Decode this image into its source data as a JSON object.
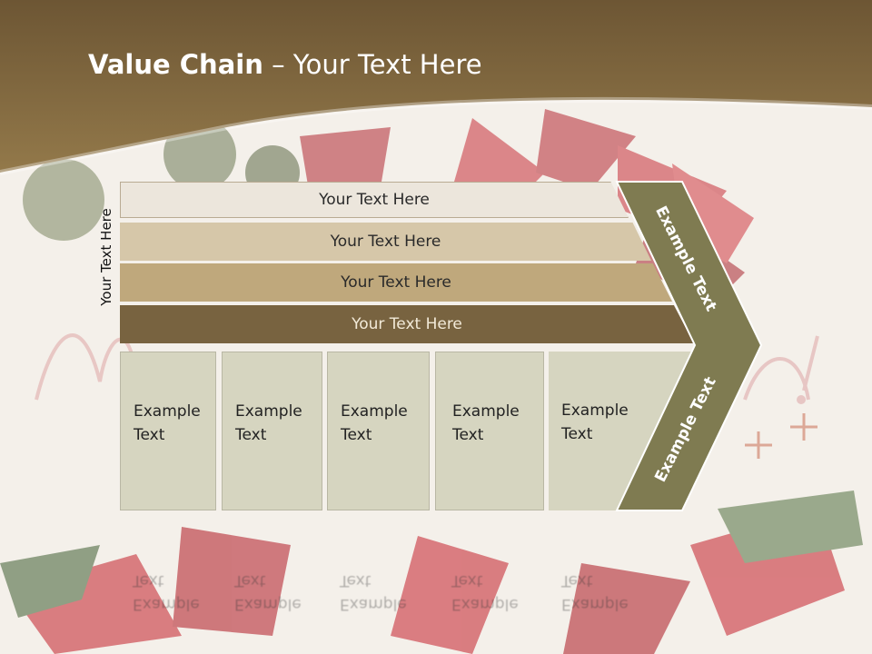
{
  "slide": {
    "title_bold": "Value Chain",
    "title_rest": " – Your Text Here",
    "vertical_label": "Your Text Here",
    "bars": [
      {
        "label": "Your Text Here",
        "color": "#ece6dc"
      },
      {
        "label": "Your Text Here",
        "color": "#d6c7a9"
      },
      {
        "label": "Your Text Here",
        "color": "#bfa87c"
      },
      {
        "label": "Your Text Here",
        "color": "#786340"
      }
    ],
    "boxes": [
      {
        "line1": "Example",
        "line2": "Text"
      },
      {
        "line1": "Example",
        "line2": "Text"
      },
      {
        "line1": "Example",
        "line2": "Text"
      },
      {
        "line1": "Example",
        "line2": "Text"
      },
      {
        "line1": "Example",
        "line2": "Text"
      }
    ],
    "chevron_top_text": "Example Text",
    "chevron_bottom_text": "Example Text",
    "colors": {
      "header_band": "#836b3d",
      "chevron": "#7f7b51",
      "box_fill": "#d6d5c0",
      "poinsettia_red": "#c8313a"
    }
  }
}
